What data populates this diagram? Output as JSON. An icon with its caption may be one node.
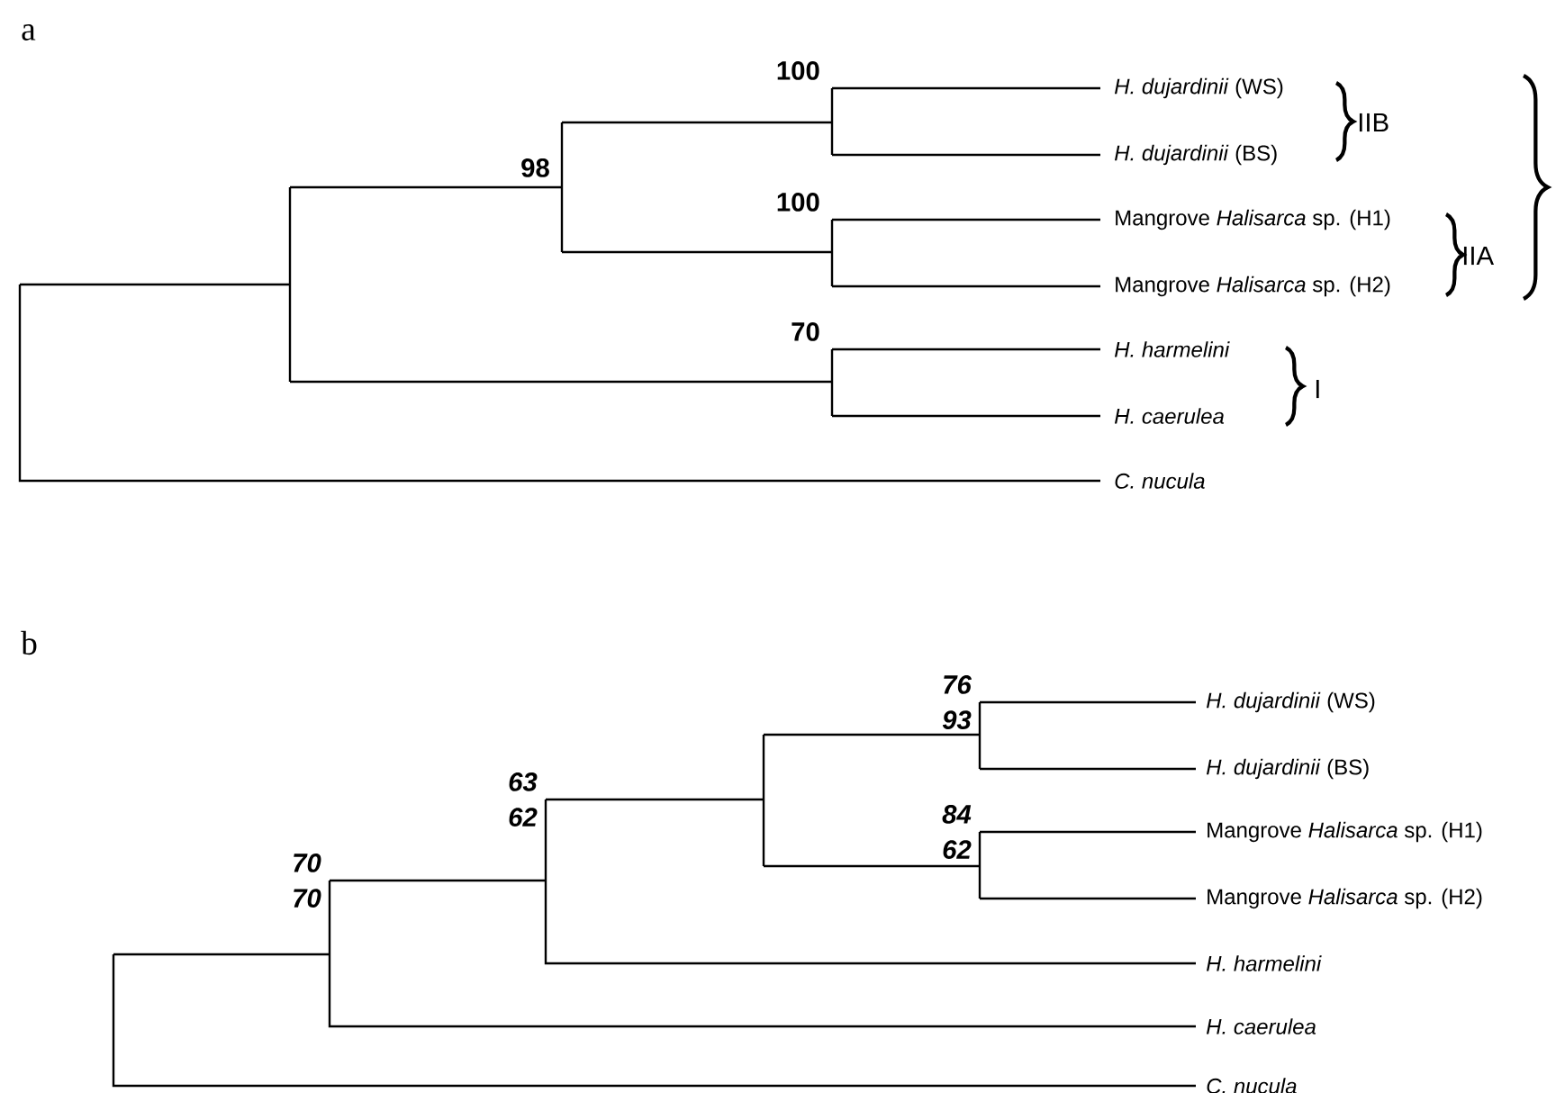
{
  "diagram": {
    "labels": [
      "a",
      "100",
      "*H. dujardinii* (WS)",
      "IIB",
      "98",
      "*H. dujardinii* (BS)",
      "100",
      "Mangrove *Halisarca* sp. (H1)",
      "IIA",
      "Mangrove *Halisarca* sp. (H2)",
      "70",
      "H. harmelini",
      "I",
      "H. caerulea",
      "C. nucula",
      "b",
      "76",
      "*H. dujardinii* (WS)",
      "93",
      "63",
      "*H. dujardinii* (BS)",
      "62",
      "84",
      "Mangrove *Halisarca* sp. (H1)",
      "70",
      "70",
      "62",
      "Mangrove *Halisarca* sp. (H2)",
      "H. harmelini",
      "H. caerulea",
      "C. nucula"
    ]
  }
}
